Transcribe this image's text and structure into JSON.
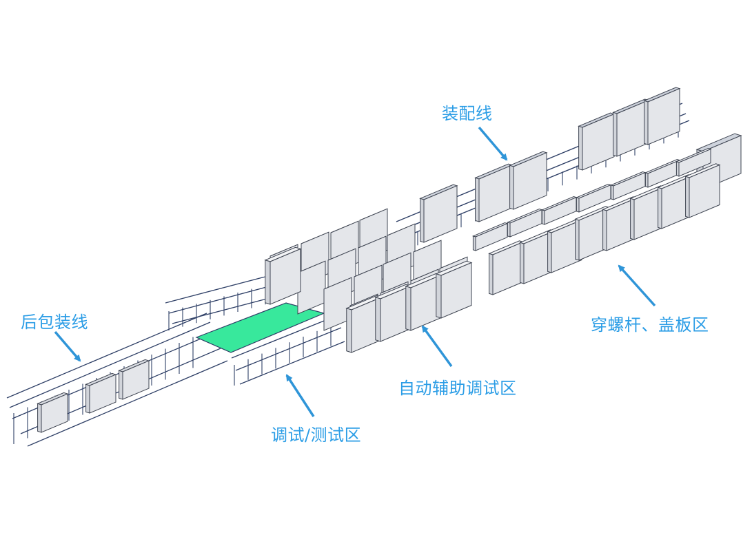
{
  "labels": {
    "assembly_line": "装配线",
    "rear_packing_line": "后包装线",
    "debug_test_area": "调试/测试区",
    "auto_aux_debug_area": "自动辅助调试区",
    "screw_cover_area": "穿螺杆、盖板区"
  },
  "colors": {
    "label": "#2b9de6",
    "arrow": "#2f95d8",
    "cabinet_fill": "#e4e6ea",
    "cabinet_edge": "#3e4451",
    "frame": "#2e3f66",
    "conveyor_highlight": "#38e89c"
  }
}
